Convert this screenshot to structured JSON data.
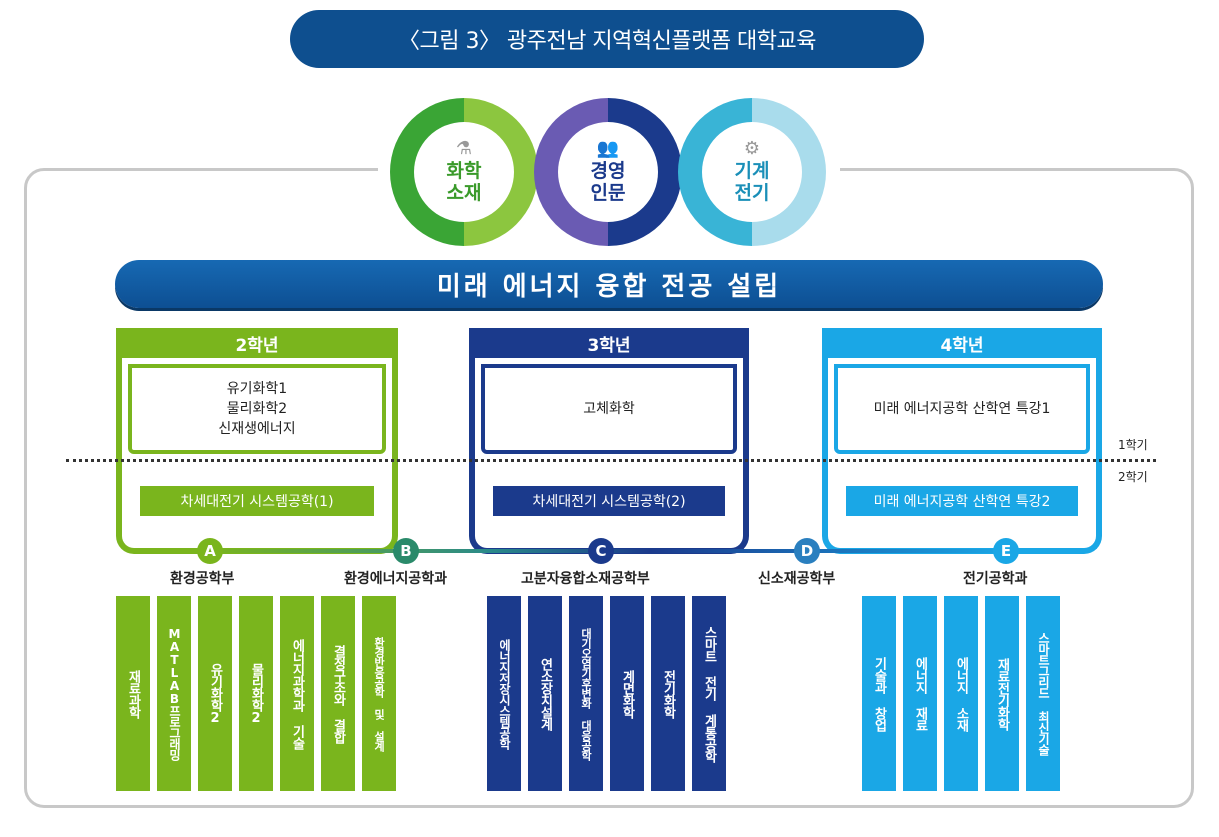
{
  "title": "〈그림 3〉 광주전남 지역혁신플랫폼 대학교육",
  "circles": [
    {
      "line1": "화학",
      "line2": "소재",
      "icon": "flask-icon",
      "glyph": "⚗"
    },
    {
      "line1": "경영",
      "line2": "인문",
      "icon": "people-icon",
      "glyph": "👥"
    },
    {
      "line1": "기계",
      "line2": "전기",
      "icon": "gear-icon",
      "glyph": "⚙"
    }
  ],
  "banner": "미래 에너지 융합 전공 설립",
  "years": [
    {
      "label": "2학년",
      "sem1": [
        "유기화학1",
        "물리화학2",
        "신재생에너지"
      ],
      "sem2": "차세대전기 시스템공학(1)"
    },
    {
      "label": "3학년",
      "sem1": [
        "고체화학"
      ],
      "sem2": "차세대전기 시스템공학(2)"
    },
    {
      "label": "4학년",
      "sem1": [
        "미래 에너지공학 산학연 특강1"
      ],
      "sem2": "미래 에너지공학 산학연 특강2"
    }
  ],
  "semester_labels": {
    "first": "1학기",
    "second": "2학기"
  },
  "departments": [
    {
      "letter": "A",
      "name": "환경공학부"
    },
    {
      "letter": "B",
      "name": "환경에너지공학과"
    },
    {
      "letter": "C",
      "name": "고분자융합소재공학부"
    },
    {
      "letter": "D",
      "name": "신소재공학부"
    },
    {
      "letter": "E",
      "name": "전기공학과"
    }
  ],
  "courses": {
    "green": [
      "재료과학",
      "MATLAB프로그래밍",
      "유기화학2",
      "물리화학2",
      "에너지과학과 기술",
      "결정구조와 결합",
      "환경반응공학 및 설계"
    ],
    "navy": [
      "에너지저장시스템공학",
      "연소장치설계",
      "대기오염기후변화 대응공학",
      "계면화학",
      "전기화학",
      "스마트 전기 계통공학"
    ],
    "blue": [
      "기술과 창업",
      "에너지 재료",
      "에너지 소재",
      "재료전기화학",
      "스마트그리드 최신기술"
    ]
  },
  "colors": {
    "green": "#7ab51d",
    "navy": "#1b3a8c",
    "blue": "#1aa7e6",
    "title": "#0e4f8f"
  }
}
